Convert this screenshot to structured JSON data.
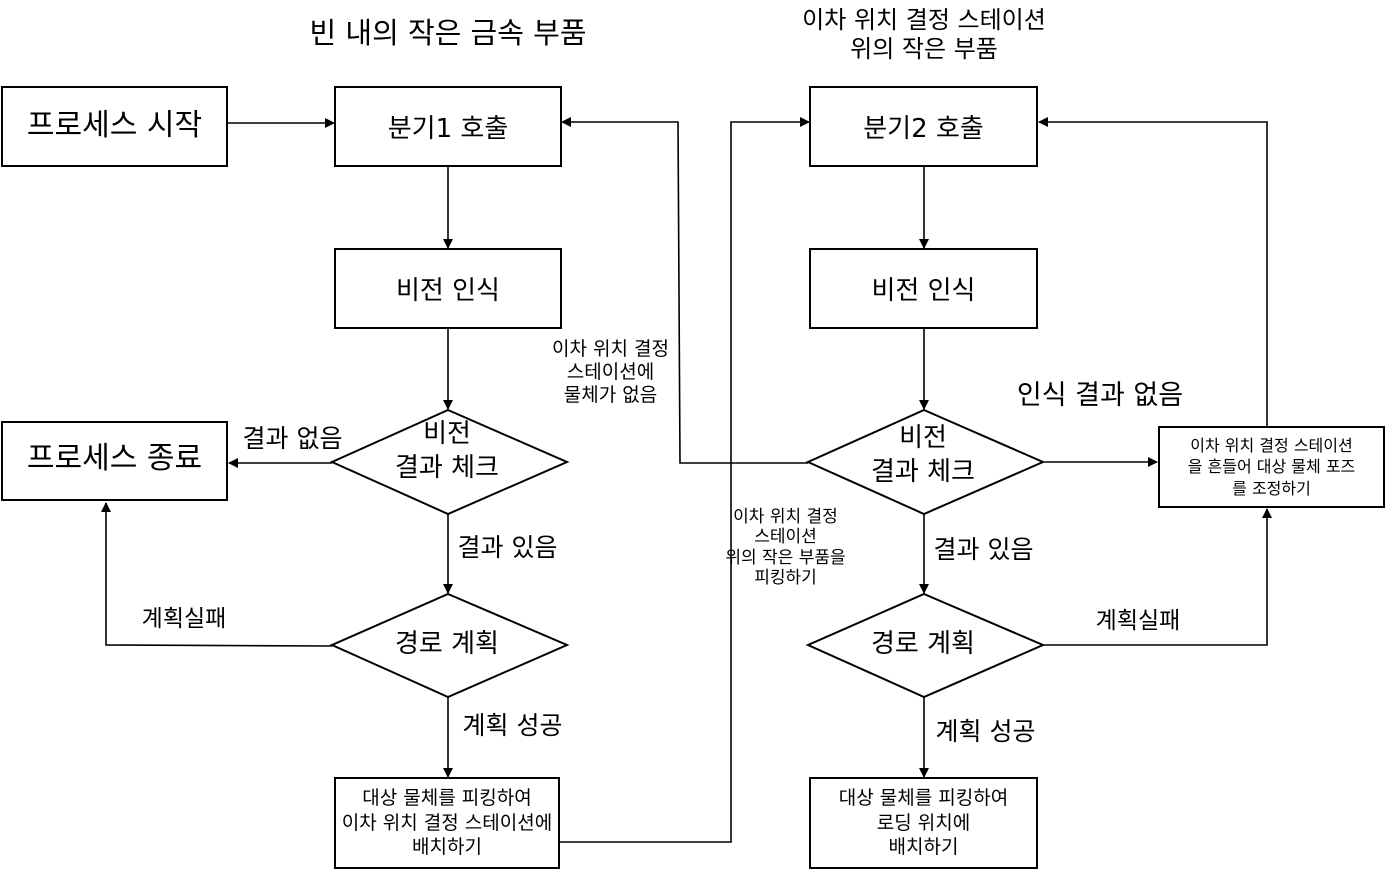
{
  "headers": {
    "left": "빈 내의 작은 금속 부품",
    "right": "이차 위치 결정 스테이션\n위의 작은 부품"
  },
  "nodes": {
    "process_start": "프로세스 시작",
    "process_end": "프로세스 종료",
    "call_branch1": "분기1 호출",
    "vision1": "비전 인식",
    "check1": "비전\n결과 체크",
    "plan1": "경로 계획",
    "pick_place1": "대상 물체를 피킹하여\n이차 위치 결정 스테이션에\n배치하기",
    "call_branch2": "분기2 호출",
    "vision2": "비전 인식",
    "check2": "비전\n결과 체크",
    "plan2": "경로 계획",
    "pick_place2": "대상 물체를 피킹하여\n로딩 위치에\n배치하기",
    "shake_station": "이차 위치 결정 스테이션\n을 흔들어 대상 물체 포즈\n를 조정하기"
  },
  "edge_labels": {
    "no_result1": "결과 없음",
    "has_result1": "결과 있음",
    "plan_fail1": "계획실패",
    "plan_success1": "계획 성공",
    "station_empty": "이차 위치 결정\n스테이션에\n물체가 없음",
    "pick_on_station": "이차 위치 결정\n스테이션\n위의 작은 부품을\n피킹하기",
    "no_recognition2": "인식 결과 없음",
    "has_result2": "결과 있음",
    "plan_fail2": "계획실패",
    "plan_success2": "계획 성공"
  }
}
